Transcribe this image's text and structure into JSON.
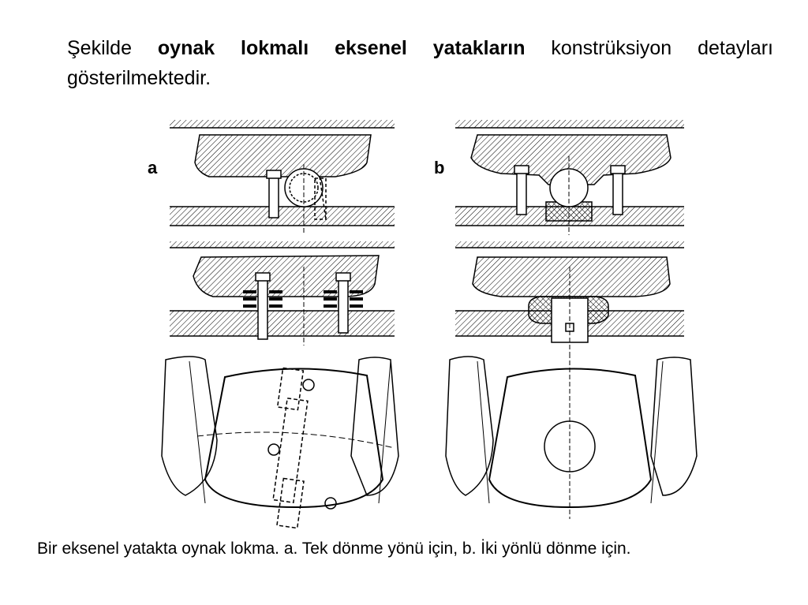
{
  "heading": {
    "part1": "Şekilde ",
    "bold": "oynak lokmalı eksenel yatakların",
    "part2": " konstrüksiyon detayları gösterilmektedir."
  },
  "figure": {
    "label_a": "a",
    "label_b": "b"
  },
  "caption": "Bir eksenel yatakta oynak lokma. a. Tek dönme yönü için, b. İki yönlü  dönme için."
}
